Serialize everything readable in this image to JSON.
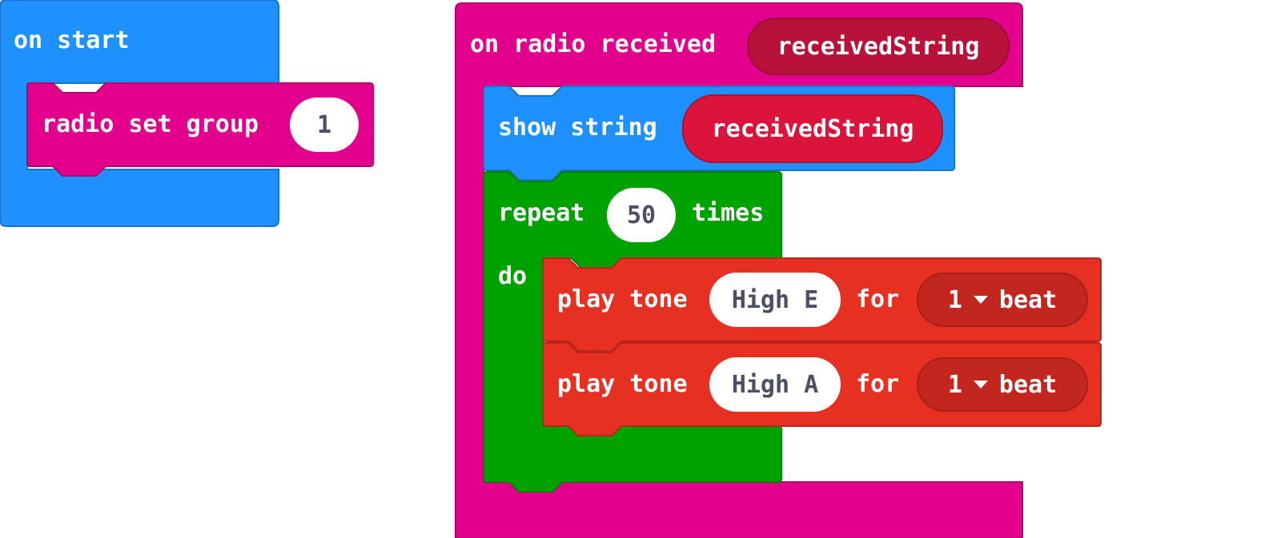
{
  "colors": {
    "events_blue": "#1e90ff",
    "radio_pink": "#e3008c",
    "loops_green": "#00a200",
    "music_red": "#e63022",
    "variable_red": "#dc143c"
  },
  "on_start": {
    "label": "on start",
    "children": [
      {
        "label": "radio set group",
        "value": "1"
      }
    ]
  },
  "on_radio_received": {
    "label": "on radio received",
    "param": "receivedString",
    "children": {
      "show_string": {
        "label": "show string",
        "value": "receivedString"
      },
      "repeat": {
        "label": "repeat",
        "count": "50",
        "times_label": "times",
        "do_label": "do",
        "body": [
          {
            "label": "play tone",
            "note": "High E",
            "for_label": "for",
            "beats": "1",
            "beat_label": "beat"
          },
          {
            "label": "play tone",
            "note": "High A",
            "for_label": "for",
            "beats": "1",
            "beat_label": "beat"
          }
        ]
      }
    }
  }
}
